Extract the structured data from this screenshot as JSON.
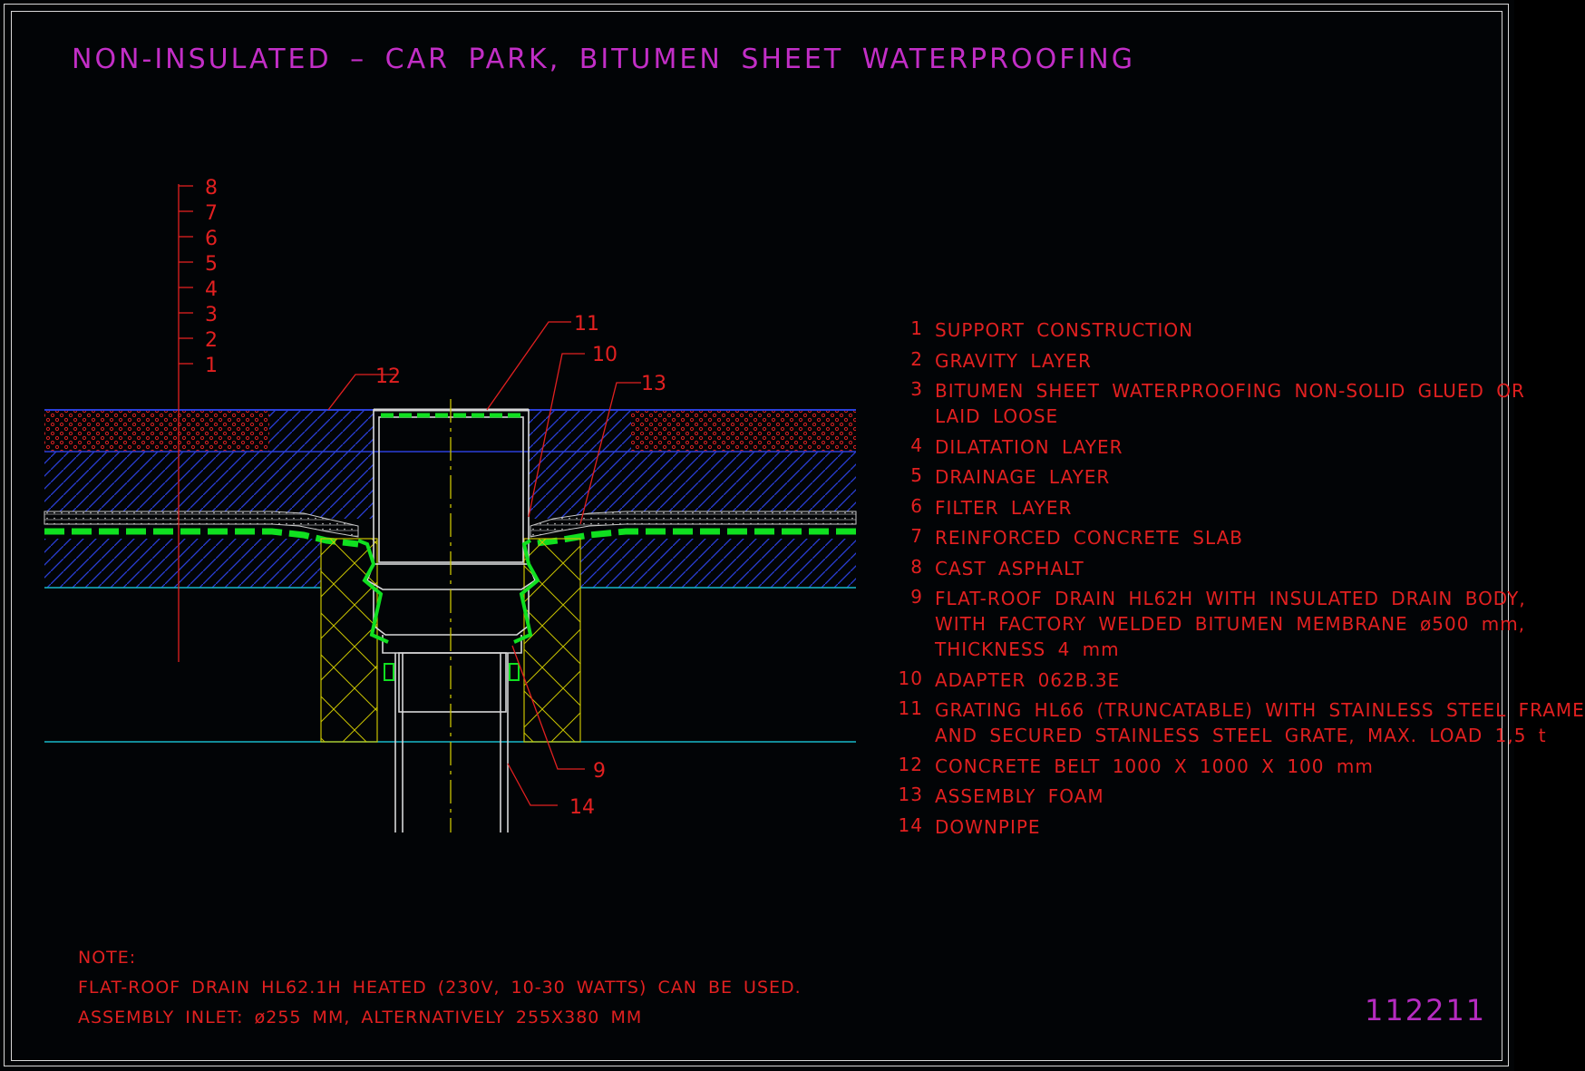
{
  "title": "NON-INSULATED – CAR PARK, BITUMEN SHEET WATERPROOFING",
  "drawing_number": "112211",
  "layer_scale": [
    "8",
    "7",
    "6",
    "5",
    "4",
    "3",
    "2",
    "1"
  ],
  "callouts": {
    "c9": "9",
    "c10": "10",
    "c11": "11",
    "c12": "12",
    "c13": "13",
    "c14": "14"
  },
  "legend": [
    {
      "num": "1",
      "lines": [
        "SUPPORT CONSTRUCTION"
      ]
    },
    {
      "num": "2",
      "lines": [
        "GRAVITY LAYER"
      ]
    },
    {
      "num": "3",
      "lines": [
        "BITUMEN SHEET WATERPROOFING NON-SOLID GLUED OR",
        "LAID LOOSE"
      ]
    },
    {
      "num": "4",
      "lines": [
        "DILATATION LAYER"
      ]
    },
    {
      "num": "5",
      "lines": [
        "DRAINAGE LAYER"
      ]
    },
    {
      "num": "6",
      "lines": [
        "FILTER LAYER"
      ]
    },
    {
      "num": "7",
      "lines": [
        "REINFORCED CONCRETE SLAB"
      ]
    },
    {
      "num": "8",
      "lines": [
        "CAST ASPHALT"
      ]
    },
    {
      "num": "9",
      "lines": [
        "FLAT-ROOF DRAIN HL62H WITH INSULATED DRAIN BODY,",
        "WITH FACTORY WELDED BITUMEN MEMBRANE ø500 mm,",
        "THICKNESS 4 mm"
      ]
    },
    {
      "num": "10",
      "lines": [
        "ADAPTER 062B.3E"
      ]
    },
    {
      "num": "11",
      "lines": [
        "GRATING HL66 (TRUNCATABLE) WITH STAINLESS STEEL FRAME",
        "AND SECURED STAINLESS STEEL GRATE, MAX. LOAD 1,5 t"
      ]
    },
    {
      "num": "12",
      "lines": [
        "CONCRETE BELT 1000 X 1000 X 100 mm"
      ]
    },
    {
      "num": "13",
      "lines": [
        "ASSEMBLY FOAM"
      ]
    },
    {
      "num": "14",
      "lines": [
        "DOWNPIPE"
      ]
    }
  ],
  "note": {
    "heading": "NOTE:",
    "line1": "FLAT-ROOF DRAIN HL62.1H HEATED (230V, 10-30 WATTS) CAN BE USED.",
    "line2": "ASSEMBLY INLET: ø255 MM, ALTERNATIVELY 255X380 MM"
  }
}
